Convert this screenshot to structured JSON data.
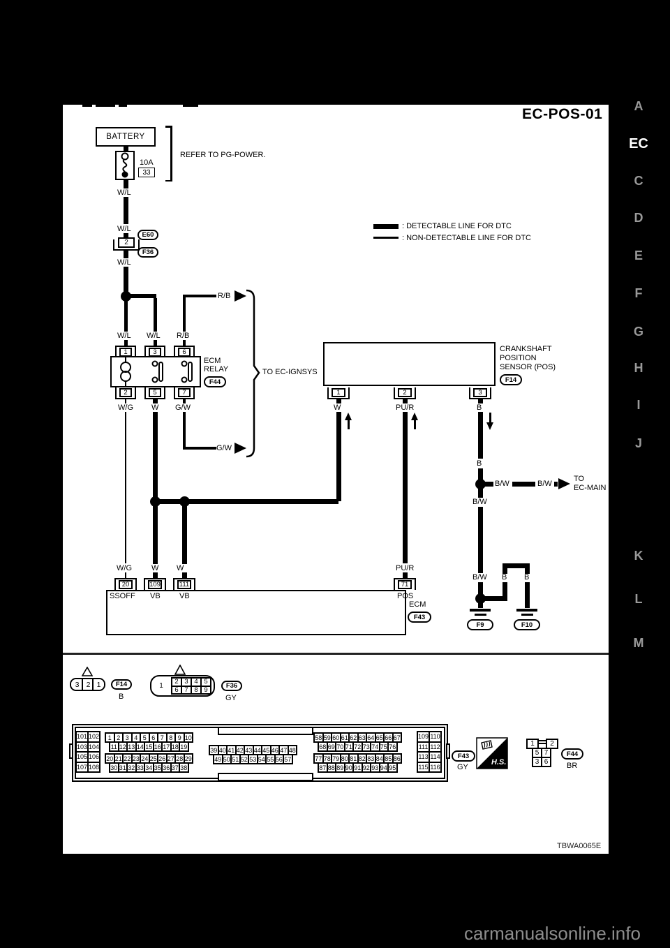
{
  "title": "EC-POS-01",
  "battery": {
    "label": "BATTERY",
    "fuse_amp": "10A",
    "fuse_num": "33",
    "refer": "REFER TO PG-POWER."
  },
  "conn2": {
    "num": "2",
    "ref_top": "E60",
    "ref_bottom": "F36"
  },
  "legend": {
    "detectable": ": DETECTABLE LINE FOR DTC",
    "non_detectable": ": NON-DETECTABLE LINE FOR DTC"
  },
  "wires": {
    "wl": "W/L",
    "wg": "W/G",
    "w": "W",
    "gw": "G/W",
    "rb": "R/B",
    "pur": "PU/R",
    "b": "B",
    "bw": "B/W"
  },
  "to_ignsys": "TO EC-IGNSYS",
  "to_main": {
    "line1": "TO",
    "line2": "EC-MAIN"
  },
  "relay": {
    "line1": "ECM",
    "line2": "RELAY",
    "ref": "F44",
    "pins_top": [
      "1",
      "3",
      "6"
    ],
    "pins_bottom": [
      "2",
      "5",
      "7"
    ]
  },
  "sensor": {
    "line1": "CRANKSHAFT",
    "line2": "POSITION",
    "line3": "SENSOR (POS)",
    "ref": "F14",
    "pins": [
      "1",
      "2",
      "3"
    ]
  },
  "ecm": {
    "label": "ECM",
    "ref": "F43",
    "pins": [
      "20",
      "109",
      "111",
      "71"
    ],
    "signals": [
      "SSOFF",
      "VB",
      "VB",
      "POS"
    ]
  },
  "grounds": {
    "f9": "F9",
    "f10": "F10"
  },
  "footer": {
    "f14": {
      "rows": [
        [
          "3",
          "2",
          "1"
        ]
      ],
      "ref": "F14",
      "color": "B"
    },
    "f36": {
      "big": "1",
      "rows": [
        [
          "2",
          "3",
          "4",
          "5"
        ],
        [
          "6",
          "7",
          "8",
          "9"
        ]
      ],
      "ref": "F36",
      "color": "GY"
    },
    "big": {
      "left": [
        [
          "101",
          "102"
        ],
        [
          "103",
          "104"
        ],
        [
          "105",
          "106"
        ],
        [
          "107",
          "108"
        ]
      ],
      "a": [
        [
          "1",
          "2",
          "3",
          "4",
          "5",
          "6",
          "7",
          "8",
          "9",
          "10"
        ],
        [
          "11",
          "12",
          "13",
          "14",
          "15",
          "16",
          "17",
          "18",
          "19"
        ],
        [
          "20",
          "21",
          "22",
          "23",
          "24",
          "25",
          "26",
          "27",
          "28",
          "29"
        ],
        [
          "30",
          "31",
          "32",
          "33",
          "34",
          "35",
          "36",
          "37",
          "38"
        ]
      ],
      "b": [
        [
          "39",
          "40",
          "41",
          "42",
          "43",
          "44",
          "45",
          "46",
          "47",
          "48"
        ],
        [
          "49",
          "50",
          "51",
          "52",
          "53",
          "54",
          "55",
          "56",
          "57"
        ]
      ],
      "c": [
        [
          "58",
          "59",
          "60",
          "61",
          "62",
          "63",
          "64",
          "65",
          "66",
          "67"
        ],
        [
          "68",
          "69",
          "70",
          "71",
          "72",
          "73",
          "74",
          "75",
          "76"
        ],
        [
          "77",
          "78",
          "79",
          "80",
          "81",
          "82",
          "83",
          "84",
          "85",
          "86"
        ],
        [
          "87",
          "88",
          "89",
          "90",
          "91",
          "92",
          "93",
          "94",
          "95"
        ]
      ],
      "right": [
        [
          "109",
          "110"
        ],
        [
          "111",
          "112"
        ],
        [
          "113",
          "114"
        ],
        [
          "115",
          "116"
        ]
      ],
      "ref": "F43",
      "color": "GY"
    },
    "hs": "H.S.",
    "f44": {
      "top": [
        "1",
        "2"
      ],
      "mid": [
        "5",
        "7"
      ],
      "bot": [
        "3",
        "6"
      ],
      "ref": "F44",
      "color": "BR"
    }
  },
  "code": "TBWA0065E",
  "watermark": "carmanualsonline.info",
  "sidebar": {
    "items": [
      "A",
      "EC",
      "C",
      "D",
      "E",
      "F",
      "G",
      "H",
      "I",
      "J",
      "K",
      "L",
      "M"
    ]
  }
}
